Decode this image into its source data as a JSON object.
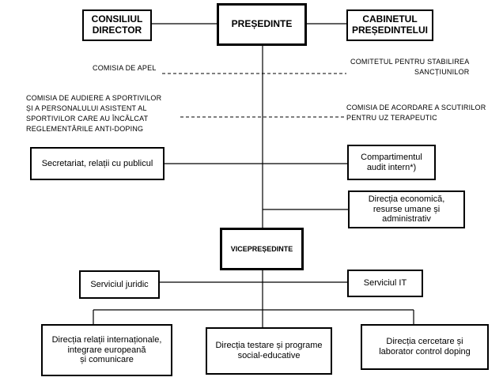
{
  "boxes": {
    "consiliul": [
      "CONSILIUL",
      "DIRECTOR"
    ],
    "presedinte": [
      "PREȘEDINTE"
    ],
    "cabinetul": [
      "CABINETUL",
      "PREȘEDINTELUI"
    ],
    "secretariat": [
      "Secretariat, relații cu publicul"
    ],
    "audit": [
      "Compartimentul",
      "audit intern*)"
    ],
    "economica": [
      "Direcția economică,",
      "resurse umane și",
      "administrativ"
    ],
    "vicepresedinte": [
      "VICEPREȘEDINTE"
    ],
    "juridic": [
      "Serviciul juridic"
    ],
    "it": [
      "Serviciul IT"
    ],
    "relatii": [
      "Direcția relații internaționale,",
      "integrare europeană",
      "și comunicare"
    ],
    "testare": [
      "Direcția testare și programe",
      "social-educative"
    ],
    "cercetare": [
      "Direcția cercetare și",
      "laborator control doping"
    ]
  },
  "commissions": {
    "apel": [
      "COMISIA DE APEL"
    ],
    "stabilirea": [
      "COMITETUL PENTRU STABILIREA",
      "SANCȚIUNILOR"
    ],
    "audiere": [
      "COMISIA DE AUDIERE A SPORTIVILOR",
      "ȘI A PERSONALULUI ASISTENT AL",
      "SPORTIVILOR CARE AU ÎNCĂLCAT",
      "REGLEMENTĂRILE ANTI-DOPING"
    ],
    "scutiri": [
      "COMISIA DE ACORDARE A SCUTIRILOR",
      "PENTRU UZ TERAPEUTIC"
    ]
  }
}
